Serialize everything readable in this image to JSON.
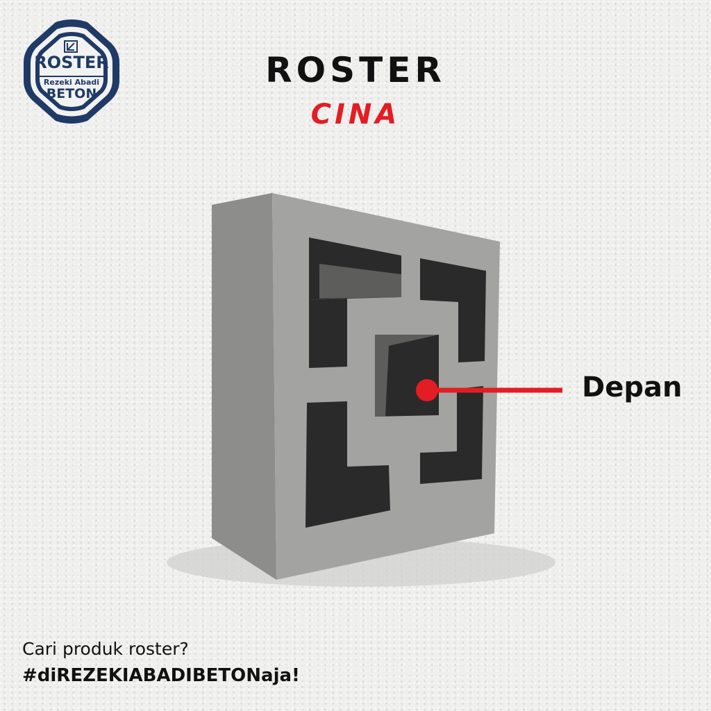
{
  "logo": {
    "line1": "ROSTER",
    "line2": "Rezeki Abadi",
    "line3": "BETON",
    "color": "#1f3a66"
  },
  "title": "ROSTER",
  "subtitle": "CINA",
  "accent_color": "#e41c23",
  "callout": {
    "label": "Depan"
  },
  "footer": {
    "question": "Cari produk roster?",
    "hashtag": "#diREZEKIABADIBETONaja!"
  }
}
